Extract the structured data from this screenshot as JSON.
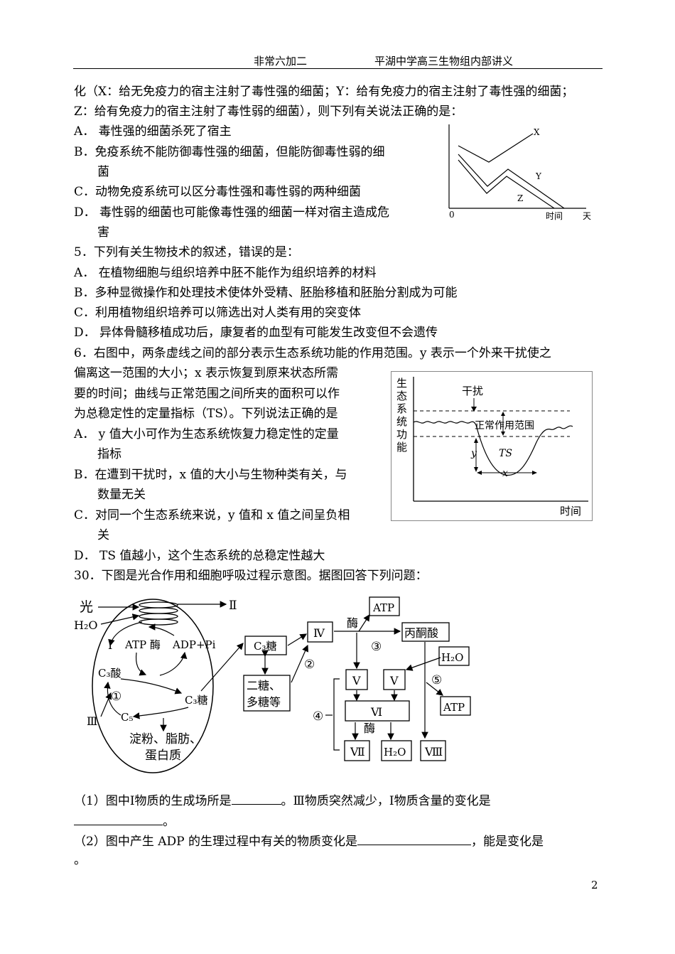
{
  "header": {
    "left": "非常六加二",
    "right": "平湖中学高三生物组内部讲义"
  },
  "q4": {
    "stem1": "化（X：给无免疫力的宿主注射了毒性强的细菌；Y：给有免疫力的宿主注射了毒性强的细菌；",
    "stem2": "Z：给有免疫力的宿主注射了毒性弱的细菌），则下列有关说法正确的是：",
    "a": "A． 毒性强的细菌杀死了宿主",
    "b1": "B．免疫系统不能防御毒性强的细菌，但能防御毒性弱的细",
    "b2": "菌",
    "c": "C．动物免疫系统可以区分毒性强和毒性弱的两种细菌",
    "d1": "D． 毒性弱的细菌也可能像毒性强的细菌一样对宿主造成危",
    "d2": "害",
    "graph": {
      "x": "X",
      "y": "Y",
      "z": "Z",
      "origin": "0",
      "time": "时间",
      "unit": "天"
    }
  },
  "q5": {
    "stem": "5．下列有关生物技术的叙述，错误的是：",
    "a": "A． 在植物细胞与组织培养中胚不能作为组织培养的材料",
    "b": "B．多种显微操作和处理技术使体外受精、胚胎移植和胚胎分割成为可能",
    "c": "C．利用植物组织培养可以筛选出对人类有用的突变体",
    "d": "D． 异体骨髓移植成功后，康复者的血型有可能发生改变但不会遗传"
  },
  "q6": {
    "stem1": "6．右图中，两条虚线之间的部分表示生态系统功能的作用范围。y 表示一个外来干扰使之",
    "stem2": "偏离这一范围的大小；x 表示恢复到原来状态所需",
    "stem3": "要的时间；曲线与正常范围之间所夹的面积可以作",
    "stem4": "为总稳定性的定量指标（TS）。下列说法正确的是",
    "a1": "A． y 值大小可作为生态系统恢复力稳定性的定量",
    "a2": "指标",
    "b1": "B．在遭到干扰时，x 值的大小与生物种类有关，与",
    "b2": "数量无关",
    "c1": "C．对同一个生态系统来说，y 值和 x 值之间呈负相",
    "c2": "关",
    "d": "D． TS 值越小，这个生态系统的总稳定性越大",
    "graph": {
      "ylabel": [
        "生",
        "态",
        "系",
        "统",
        "功",
        "能"
      ],
      "disturb": "干扰",
      "range": "正常作用范围",
      "ts": "TS",
      "y": "y",
      "x": "x",
      "xlabel": "时间"
    }
  },
  "q30": {
    "stem": "30．下图是光合作用和细胞呼吸过程示意图。据图回答下列问题：",
    "diagram": {
      "light": "光",
      "h2o": "H₂O",
      "i": "Ⅰ",
      "ii": "Ⅱ",
      "iii": "Ⅲ",
      "atp_enzyme": "ATP 酶",
      "adp": "ADP+Pi",
      "c3acid": "C₃酸",
      "c3sugar": "C₃糖",
      "c5": "C₅",
      "n1": "①",
      "n2": "②",
      "n3": "③",
      "n4": "④",
      "n5": "⑤",
      "products1": "淀粉、脂肪、",
      "products2": "蛋白质",
      "box_c3": "C₃糖",
      "box_sugar1": "二糖、",
      "box_sugar2": "多糖等",
      "box_iv": "Ⅳ",
      "enzyme": "酶",
      "atp": "ATP",
      "pyruvate": "丙酮酸",
      "box_h2o": "H₂O",
      "box_v": "Ⅴ",
      "box_vi": "Ⅵ",
      "box_vii": "Ⅶ",
      "box_viii": "Ⅷ"
    },
    "s1a": "（1）图中Ⅰ物质的生成场所是",
    "s1b": "。Ⅲ物质突然减少，Ⅰ物质含量的变化是",
    "s1c": "。",
    "s2a": "（2）图中产生 ADP 的生理过程中有关的物质变化是",
    "s2b": "，能是变化是",
    "s2c": "。"
  },
  "page_number": "2"
}
